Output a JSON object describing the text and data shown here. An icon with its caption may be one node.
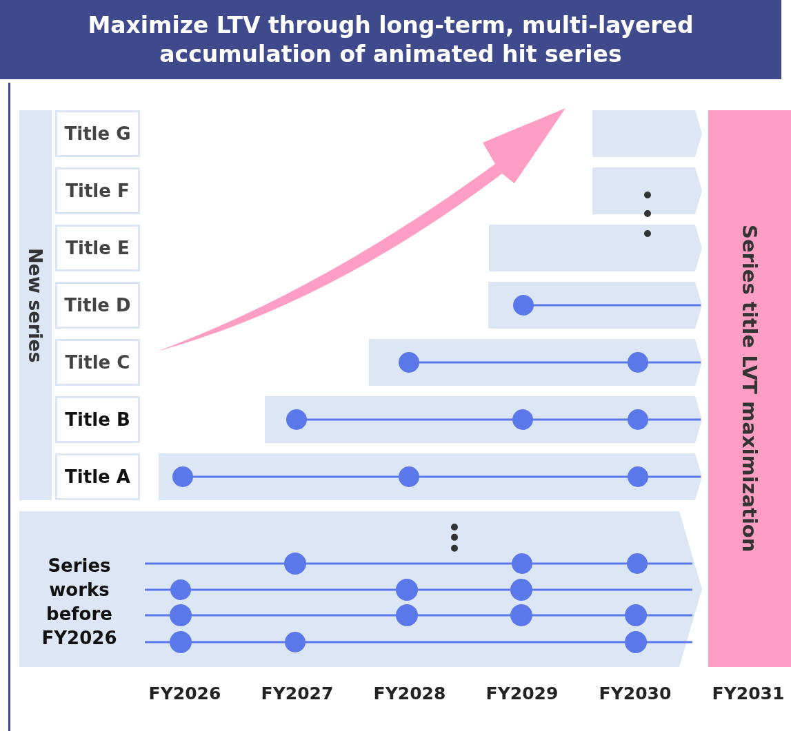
{
  "diagram": {
    "title": "Maximize LTV through long-term, multi-layered accumulation of animated hit series",
    "nodes": [
      {
        "text": [
          "New series"
        ]
      },
      {
        "text": [
          "Title G"
        ]
      },
      {
        "text": [
          "Title F"
        ]
      },
      {
        "text": [
          "Title E"
        ]
      },
      {
        "text": [
          "Title D"
        ]
      },
      {
        "text": [
          "Title C"
        ]
      },
      {
        "text": [
          "Title B"
        ]
      },
      {
        "text": [
          "Title A"
        ]
      },
      {
        "text": [
          "Series title LVT maximization"
        ]
      },
      {
        "text": [
          "Series works before FY2026"
        ]
      }
    ],
    "edges": [],
    "labels": [
      "FY2026",
      "FY2027",
      "FY2028",
      "FY2029",
      "FY2030",
      "FY2031"
    ]
  }
}
